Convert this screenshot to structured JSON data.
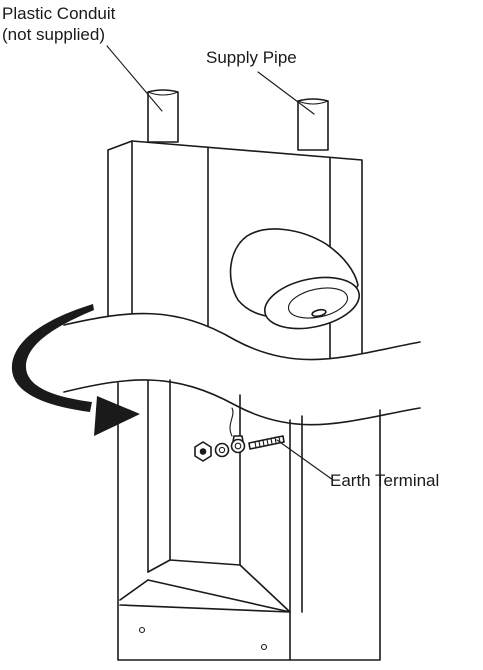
{
  "labels": {
    "conduit_line1": "Plastic Conduit",
    "conduit_line2": "(not supplied)",
    "supply_pipe": "Supply Pipe",
    "earth_terminal": "Earth Terminal"
  },
  "colors": {
    "line": "#1a1a1a",
    "background": "#ffffff"
  }
}
